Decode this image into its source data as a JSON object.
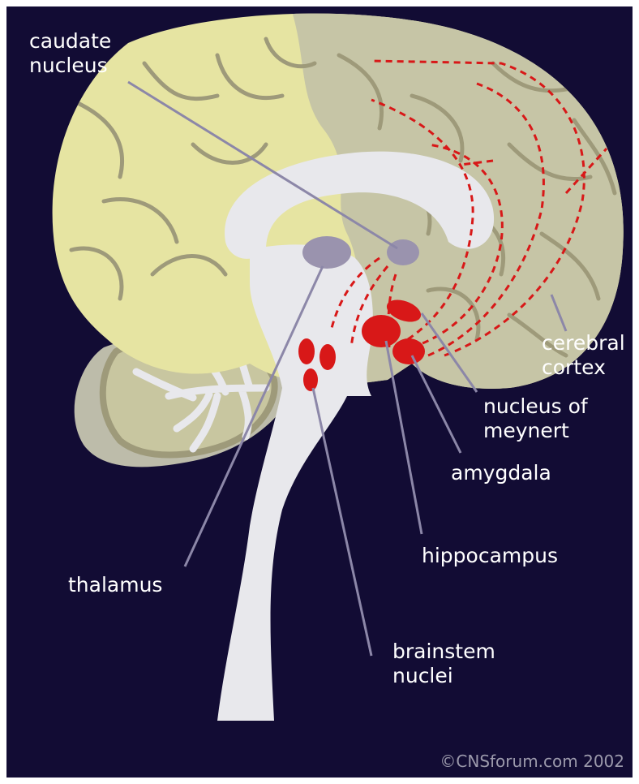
{
  "labels": {
    "caudate": [
      "caudate",
      "nucleus"
    ],
    "cerebral_cortex": [
      "cerebral",
      "cortex"
    ],
    "nucleus_meynert": [
      "nucleus of",
      "meynert"
    ],
    "amygdala": [
      "amygdala"
    ],
    "hippocampus": [
      "hippocampus"
    ],
    "thalamus": [
      "thalamus"
    ],
    "brainstem": [
      "brainstem",
      "nuclei"
    ]
  },
  "credit": "©CNSforum.com 2002",
  "colors": {
    "background": "#120c34",
    "cortex_front": "#e6e4a2",
    "cortex_back": "#c6c5a6",
    "gyri_lines": "#9e9a7a",
    "white_matter": "#e8e8ec",
    "cerebellum": "#bdbcaa",
    "thalamus": "#9a93ae",
    "nuclei_red": "#d81818",
    "pointer_lines": "#8c87a8"
  }
}
